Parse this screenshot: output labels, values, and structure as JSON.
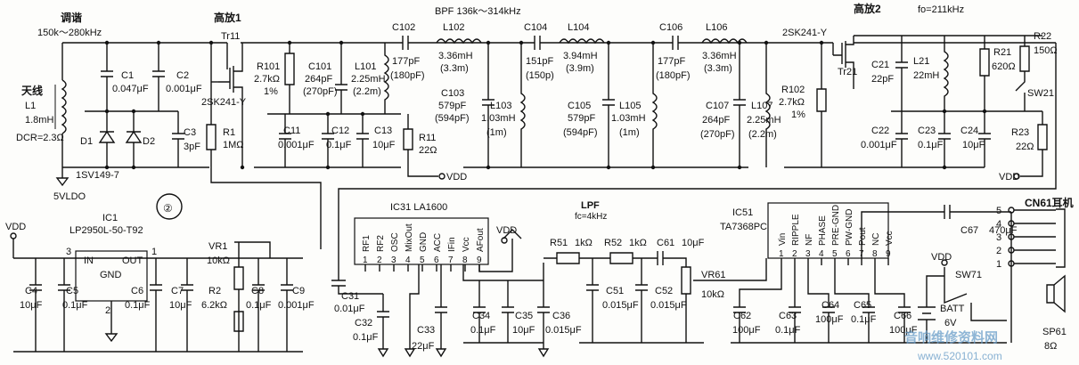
{
  "sections": {
    "tuning_title": "调谐",
    "tuning_range": "150k～280kHz",
    "rf_amp1": "高放1",
    "bpf_title": "BPF  136k～314kHz",
    "rf_amp2": "高放2",
    "fo": "fo=211kHz",
    "antenna": "天线",
    "circle_num": "②",
    "lpf": "LPF",
    "lpf_fc": "fc=4kHz",
    "earphone": "CN61耳机"
  },
  "parts": {
    "L1": "L1",
    "L1_val": "1.8mH",
    "L1_dcr": "DCR=2.3Ω",
    "C1": "C1",
    "C1_val": "0.047μF",
    "C2": "C2",
    "C2_val": "0.001μF",
    "D1": "D1",
    "D2": "D2",
    "D_type": "1SV149-7",
    "C3": "C3",
    "C3_val": "3pF",
    "Tr11": "Tr11",
    "Tr_type": "2SK241-Y",
    "R1": "R1",
    "R1_val": "1MΩ",
    "R101": "R101",
    "R101_val": "2.7kΩ",
    "R101_tol": "1%",
    "C101": "C101",
    "C101_val": "264pF",
    "C101_alt": "(270pF)",
    "L101": "L101",
    "L101_val": "2.25mH",
    "L101_alt": "(2.2m)",
    "C11": "C11",
    "C11_val": "0.001μF",
    "C12": "C12",
    "C12_val": "0.1μF",
    "C13": "C13",
    "C13_val": "10μF",
    "C102": "C102",
    "C102_val": "177pF",
    "C102_alt": "(180pF)",
    "L102": "L102",
    "L102_val": "3.36mH",
    "L102_alt": "(3.3m)",
    "C103": "C103",
    "C103_val": "579pF",
    "C103_alt": "(594pF)",
    "R11": "R11",
    "R11_val": "22Ω",
    "L103": "L103",
    "L103_val": "1.03mH",
    "L103_alt": "(1m)",
    "C104": "C104",
    "C104_val": "151pF",
    "C104_alt": "(150p)",
    "L104": "L104",
    "L104_val": "3.94mH",
    "L104_alt": "(3.9m)",
    "C105": "C105",
    "C105_val": "579pF",
    "C105_alt": "(594pF)",
    "L105": "L105",
    "L105_val": "1.03mH",
    "L105_alt": "(1m)",
    "C106": "C106",
    "C106_val": "177pF",
    "C106_alt": "(180pF)",
    "L106": "L106",
    "L106_val": "3.36mH",
    "L106_alt": "(3.3m)",
    "C107": "C107",
    "C107_val": "264pF",
    "C107_alt": "(270pF)",
    "L107": "L107",
    "L107_val": "2.25mH",
    "L107_alt": "(2.2m)",
    "R102": "R102",
    "R102_val": "2.7kΩ",
    "R102_tol": "1%",
    "Tr21": "Tr21",
    "C21": "C21",
    "C21_val": "22pF",
    "L21": "L21",
    "L21_val": "22mH",
    "R21": "R21",
    "R21_val": "620Ω",
    "R22": "R22",
    "R22_val": "150Ω",
    "SW21": "SW21",
    "C22": "C22",
    "C22_val": "0.001μF",
    "C23": "C23",
    "C23_val": "0.1μF",
    "C24": "C24",
    "C24_val": "10μF",
    "R23": "R23",
    "R23_val": "22Ω",
    "vdd": "VDD",
    "vldo": "5VLDO",
    "IC1": "IC1",
    "IC1_type": "LP2950L-50-T92",
    "IC1_in": "IN",
    "IC1_out": "OUT",
    "IC1_gnd": "GND",
    "pin1": "1",
    "pin2": "2",
    "pin3": "3",
    "C4": "C4",
    "C4_val": "10μF",
    "C5": "C5",
    "C5_val": "0.1μF",
    "C6": "C6",
    "C6_val": "0.1μF",
    "C7": "C7",
    "C7_val": "10μF",
    "VR1": "VR1",
    "VR1_val": "10kΩ",
    "R2": "R2",
    "R2_val": "6.2kΩ",
    "C8": "C8",
    "C8_val": "0.1μF",
    "C9": "C9",
    "C9_val": "0.001μF",
    "IC31": "IC31  LA1600",
    "C31": "C31",
    "C31_val": "0.01μF",
    "C32": "C32",
    "C32_val": "0.1μF",
    "C33": "C33",
    "C33_val": "22μF",
    "C34": "C34",
    "C34_val": "0.1μF",
    "C35": "C35",
    "C35_val": "10μF",
    "C36": "C36",
    "C36_val": "0.015μF",
    "R51": "R51",
    "R51_val": "1kΩ",
    "R52": "R52",
    "R52_val": "1kΩ",
    "C51": "C51",
    "C51_val": "0.015μF",
    "C52": "C52",
    "C52_val": "0.015μF",
    "C61": "C61",
    "C61_val": "10μF",
    "VR61": "VR61",
    "VR61_val": "10kΩ",
    "IC51": "IC51",
    "IC51_type": "TA7368PC",
    "C62": "C62",
    "C62_val": "100μF",
    "C63": "C63",
    "C63_val": "0.1μF",
    "C64": "C64",
    "C64_val": "100μF",
    "C65": "C65",
    "C65_val": "0.1μF",
    "C66": "C66",
    "C66_val": "100μF",
    "C67": "C67",
    "C67_val": "470μF",
    "SW71": "SW71",
    "BATT": "BATT",
    "BATT_val": "6V",
    "SP61": "SP61",
    "SP61_val": "8Ω"
  },
  "ic31_pins": [
    "RF1",
    "RF2",
    "OSC",
    "MixOut",
    "GND",
    "ACC",
    "IFin",
    "Vcc",
    "AFout"
  ],
  "ic31_nums": [
    "1",
    "2",
    "3",
    "4",
    "5",
    "6",
    "7",
    "8",
    "9"
  ],
  "ic51_pins": [
    "Vin",
    "RIPPLE",
    "NF",
    "PHASE",
    "PRE-GND",
    "PW-GND",
    "Pout",
    "NC",
    "Vcc"
  ],
  "ic51_nums": [
    "1",
    "2",
    "3",
    "4",
    "5",
    "6",
    "7",
    "8",
    "9"
  ],
  "jack_pins": [
    "5",
    "4",
    "3",
    "2",
    "1"
  ],
  "watermark": {
    "cn": "音响维修资料网",
    "url": "www.520101.com"
  }
}
